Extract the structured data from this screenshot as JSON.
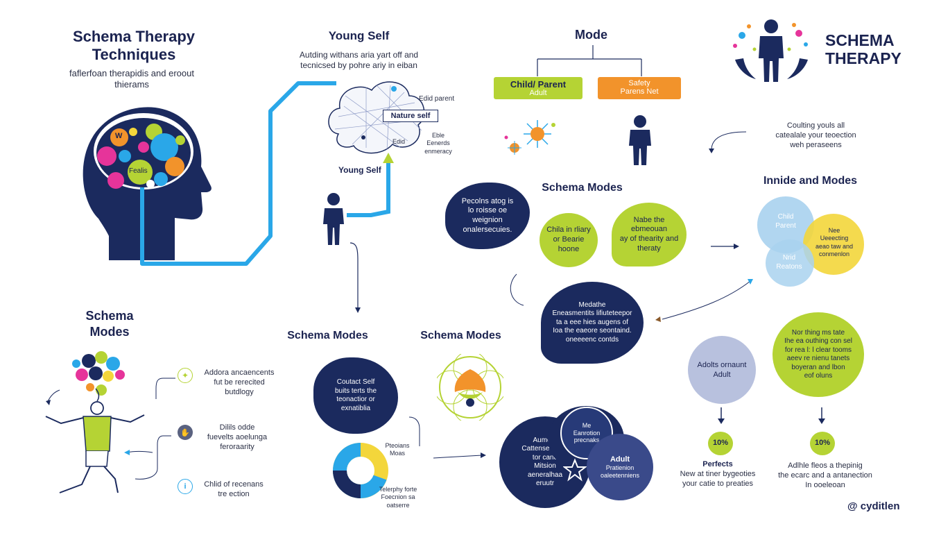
{
  "left": {
    "title_line1": "Schema Therapy",
    "title_line2": "Techniques",
    "subtitle_line1": "faflerfoan therapidis and eroout",
    "subtitle_line2": "thierams",
    "brain_label_w": "W",
    "brain_label_fealis": "Fealis"
  },
  "young_self": {
    "title": "Young Self",
    "desc_line1": "Autding withans aria yart off and",
    "desc_line2": "tecnicsed by pohre ariy in eiban",
    "cloud_tag_1": "Edid parent",
    "cloud_label": "Nature self",
    "cloud_tag_2": "Edid",
    "cloud_tag_3_line1": "Eble",
    "cloud_tag_3_line2": "Eenerds",
    "cloud_tag_3_line3": "enmeracy",
    "bottom_label": "Young Self"
  },
  "mode": {
    "title": "Mode",
    "green_pill_line1": "Child/ Parent",
    "green_pill_line2": "Adult",
    "orange_pill_line1": "Safety",
    "orange_pill_line2": "Parens Net"
  },
  "brand": {
    "line1": "SCHEMA",
    "line2": "THERAPY"
  },
  "right_note": {
    "line1": "Coulting youls all",
    "line2": "catealale your teoection",
    "line3": "weh peraseens"
  },
  "schema_modes_center": {
    "title": "Schema Modes",
    "navy_blob_text_line1": "Pecolns atog is",
    "navy_blob_text_line2": "lo roisse oe weignion",
    "navy_blob_text_line3": "onalersecuies.",
    "green_circle_text_line1": "Chila in rliary",
    "green_circle_text_line2": "or Bearie",
    "green_circle_text_line3": "hoone",
    "green_speech_text_line1": "Nabe the ebmeouan",
    "green_speech_text_line2": "ay of thearity and",
    "green_speech_text_line3": "theraty",
    "navy_speech_line1": "Medathe",
    "navy_speech_line2": "Eneasmentits lifiuteteepor",
    "navy_speech_line3": "ta a eee hies augens of",
    "navy_speech_line4": "Ioa the eaeore seontaind.",
    "navy_speech_line5": "oneeeenc contds"
  },
  "inside_modes": {
    "title": "Innide and Modes",
    "circle1_line1": "Child",
    "circle1_line2": "Parent",
    "circle2_line1": "Nee",
    "circle2_line2": "Ueeecting",
    "circle2_line3": "aeao taw and",
    "circle2_line4": "conmenlon",
    "circle3_line1": "Nrid",
    "circle3_line2": "Reatons"
  },
  "left_bottom": {
    "title_line1": "Schema",
    "title_line2": "Modes",
    "item1_line1": "Addora ancaencents",
    "item1_line2": "fut be rerecited",
    "item1_line3": "butdlogy",
    "item2_line1": "Dilils odde",
    "item2_line2": "fuevelts aoelunga",
    "item2_line3": "feroraarity",
    "item3_line1": "Chlid of recenans",
    "item3_line2": "tre ection"
  },
  "middle_bottom": {
    "title_a": "Schema Modes",
    "title_b": "Schema Modes",
    "navy_blob_line1": "Coutact Self",
    "navy_blob_line2": "buits terts the",
    "navy_blob_line3": "teonactior or",
    "navy_blob_line4": "exnatiblia",
    "donut_label_1_line1": "Pteoians",
    "donut_label_1_line2": "Moas",
    "donut_label_2_line1": "Telerphy forte",
    "donut_label_2_line2": "Foecnion sa",
    "donut_label_2_line3": "oatserre",
    "cluster_line1": "Aumorn",
    "cluster_line2": "Cattenseenalte",
    "cluster_line3": "tor cane",
    "cluster_line4": "Mitsion",
    "cluster_line5": "aeneralhaa",
    "cluster_line6": "eruutr",
    "cluster_top_line1": "Me",
    "cluster_top_line2": "Eanrotion",
    "cluster_top_line3": "precnaks",
    "cluster_right_line1": "Adult",
    "cluster_right_line2": "Pratienion",
    "cluster_right_line3": "oaleetenniens"
  },
  "right_bottom": {
    "big_green_line1": "Nor thing ms tate",
    "big_green_line2": "Ihe ea outhing con sel",
    "big_green_line3": "for rea l: l clear tooms",
    "big_green_line4": "aeev re nienu tanets",
    "big_green_line5": "boyeran and lbon",
    "big_green_line6": "eof oluns",
    "grey_circle_line1": "Adolts ornaunt",
    "grey_circle_line2": "Adult",
    "badge_left": "10%",
    "badge_right": "10%",
    "left_caption_title": "Perfects",
    "left_caption_line1": "New at tiner bygeoties",
    "left_caption_line2": "your catie to preaties",
    "right_caption_line1": "Adlhle fleos a thepinig",
    "right_caption_line2": "the ecarc and a antanection",
    "right_caption_line3": "In ooeleoan",
    "footer_logo": "cyditlen"
  },
  "colors": {
    "navy": "#1b2a5e",
    "lime": "#b5d334",
    "blue": "#2aa7e8",
    "orange": "#f2932b",
    "pale_blue": "#a9d2ee",
    "yellow": "#f3d63b",
    "grey_blue": "#b8c1de"
  },
  "icons": [
    "head-brain-icon",
    "person-icon",
    "sparkle-icon",
    "star-icon",
    "running-person-icon",
    "lightbulb-icon"
  ]
}
